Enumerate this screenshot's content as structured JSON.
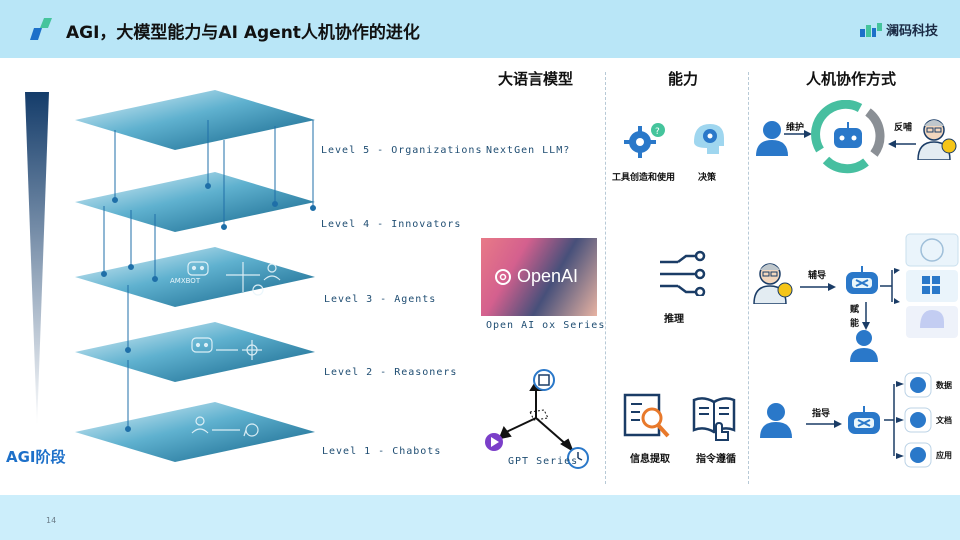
{
  "header": {
    "title": "AGI，大模型能力与AI Agent人机协作的进化",
    "brand": "澜码科技"
  },
  "footer": {
    "page_number": "14"
  },
  "left": {
    "stage_label": "AGI阶段",
    "levels": [
      {
        "label": "Level 5 - Organizations"
      },
      {
        "label": "Level 4 - Innovators"
      },
      {
        "label": "Level 3 - Agents"
      },
      {
        "label": "Level 2 - Reasoners"
      },
      {
        "label": "Level 1 - Chabots"
      }
    ],
    "agent_badge": "AMXBOT"
  },
  "columns": {
    "llm": {
      "heading": "大语言模型",
      "next_gen": "NextGen LLM?",
      "openai_logo": "OpenAI",
      "openai_caption": "Open AI ox   Series",
      "gpt_caption": "GPT Series"
    },
    "capability": {
      "heading": "能力",
      "tool_label": "工具创造和使用",
      "decision_label": "决策",
      "reasoning_label": "推理",
      "info_label": "信息提取",
      "instruction_label": "指令遵循"
    },
    "collab": {
      "heading": "人机协作方式",
      "maintain": "维护",
      "feedback": "反哺",
      "assist": "辅导",
      "empower_1": "赋",
      "empower_2": "能",
      "guide": "指导",
      "data": "数据",
      "doc": "文档",
      "app": "应用"
    }
  },
  "colors": {
    "header_bg": "#b9e6f7",
    "footer_bg": "#cceefb",
    "accent_blue": "#1d70c9",
    "cycle_green": "#47bfa0",
    "cycle_gray": "#8a8f95"
  }
}
